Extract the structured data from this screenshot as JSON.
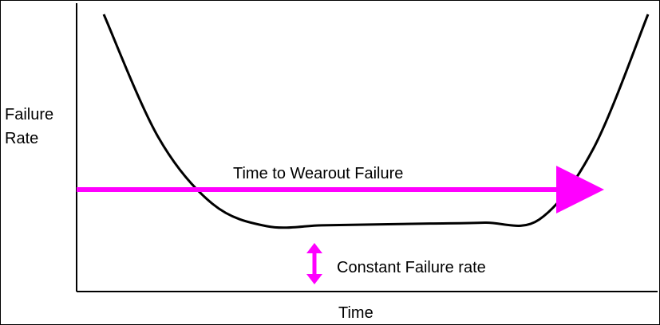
{
  "chart_data": {
    "type": "line",
    "ylabel": [
      "Failure",
      "Rate"
    ],
    "xlabel": "Time",
    "series": [
      {
        "x": [
          0.0,
          1.0,
          2.0,
          3.0,
          4.0,
          5.0,
          6.0,
          7.0,
          8.0,
          9.0,
          10.0
        ],
        "y": [
          100,
          45,
          15,
          5,
          5.4,
          5.8,
          6.2,
          6.6,
          8,
          40,
          100
        ]
      }
    ],
    "annotations": {
      "wearout": "Time to Wearout Failure",
      "constant": "Constant Failure rate"
    },
    "colors": {
      "curve": "#000000",
      "arrow": "#ff00ff",
      "axis": "#000000"
    }
  }
}
